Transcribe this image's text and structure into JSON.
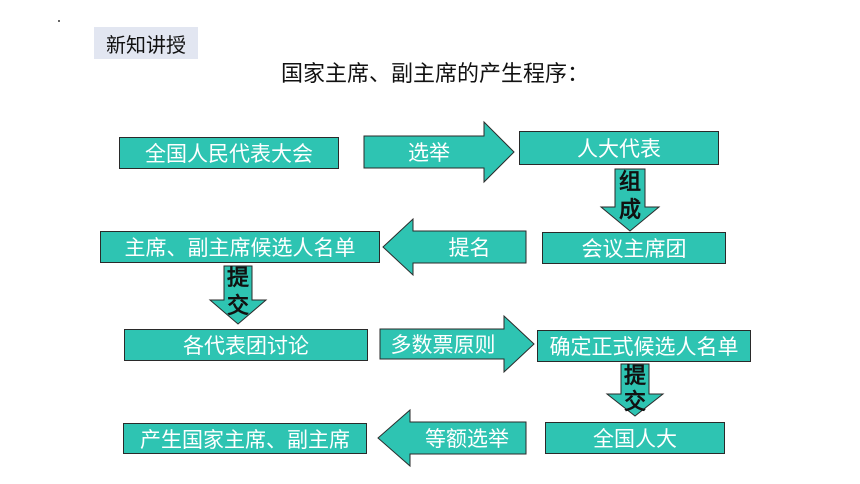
{
  "header": {
    "section_tag": "新知讲授",
    "title": "国家主席、副主席的产生程序："
  },
  "nodes": {
    "npc": "全国人民代表大会",
    "deputies": "人大代表",
    "presidium": "会议主席团",
    "candidate_list": "主席、副主席候选人名单",
    "delegations_discuss": "各代表团讨论",
    "formal_list": "确定正式候选人名单",
    "npc_short": "全国人大",
    "result": "产生国家主席、副主席"
  },
  "edges": {
    "elect": "选举",
    "form_1": "组",
    "form_2": "成",
    "nominate": "提名",
    "submit_a1": "提",
    "submit_a2": "交",
    "majority": "多数票原则",
    "submit_b1": "提",
    "submit_b2": "交",
    "equal_election": "等额选举"
  },
  "colors": {
    "box_fill": "#2ec4b2",
    "box_border": "#2a2a2a",
    "tag_bg": "#e2e6f1"
  }
}
